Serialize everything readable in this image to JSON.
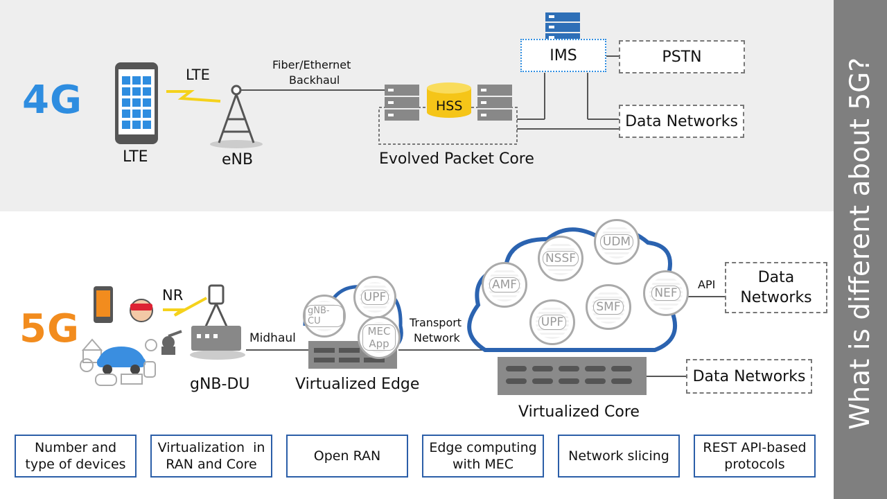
{
  "sidebar": {
    "title": "What is different about 5G?"
  },
  "g4": {
    "badge": "4G",
    "device_top_label": "LTE",
    "device_label": "LTE",
    "tower_label": "eNB",
    "backhaul_label_1": "Fiber/Ethernet",
    "backhaul_label_2": "Backhaul",
    "hss_label": "HSS",
    "epc_label": "Evolved Packet Core",
    "ims_label": "IMS",
    "pstn_label": "PSTN",
    "data_networks_label": "Data Networks"
  },
  "g5": {
    "badge": "5G",
    "nr_label": "NR",
    "gnb_label": "gNB-DU",
    "midhaul_label": "Midhaul",
    "edge_label": "Virtualized Edge",
    "transport_label_1": "Transport",
    "transport_label_2": "Network",
    "core_label": "Virtualized Core",
    "api_label": "API",
    "data_networks_right_1": "Data",
    "data_networks_right_2": "Networks",
    "data_networks_bottom": "Data Networks",
    "edge_functions": [
      "gNB-CU",
      "UPF",
      "MEC App"
    ],
    "core_functions": [
      "UDM",
      "NSSF",
      "AMF",
      "NEF",
      "SMF",
      "UPF"
    ]
  },
  "features": [
    {
      "line1": "Number and",
      "line2": "type of devices"
    },
    {
      "line1": "Virtualization  in",
      "line2": "RAN and Core"
    },
    {
      "line1": "Open RAN",
      "line2": ""
    },
    {
      "line1": "Edge computing",
      "line2": "with MEC"
    },
    {
      "line1": "Network slicing",
      "line2": ""
    },
    {
      "line1": "REST API-based",
      "line2": "protocols"
    }
  ],
  "colors": {
    "blue4g": "#2e8de0",
    "orange5g": "#f28c1e",
    "sidebar": "#7f7f7f",
    "cloud_outline": "#2b63b0"
  }
}
